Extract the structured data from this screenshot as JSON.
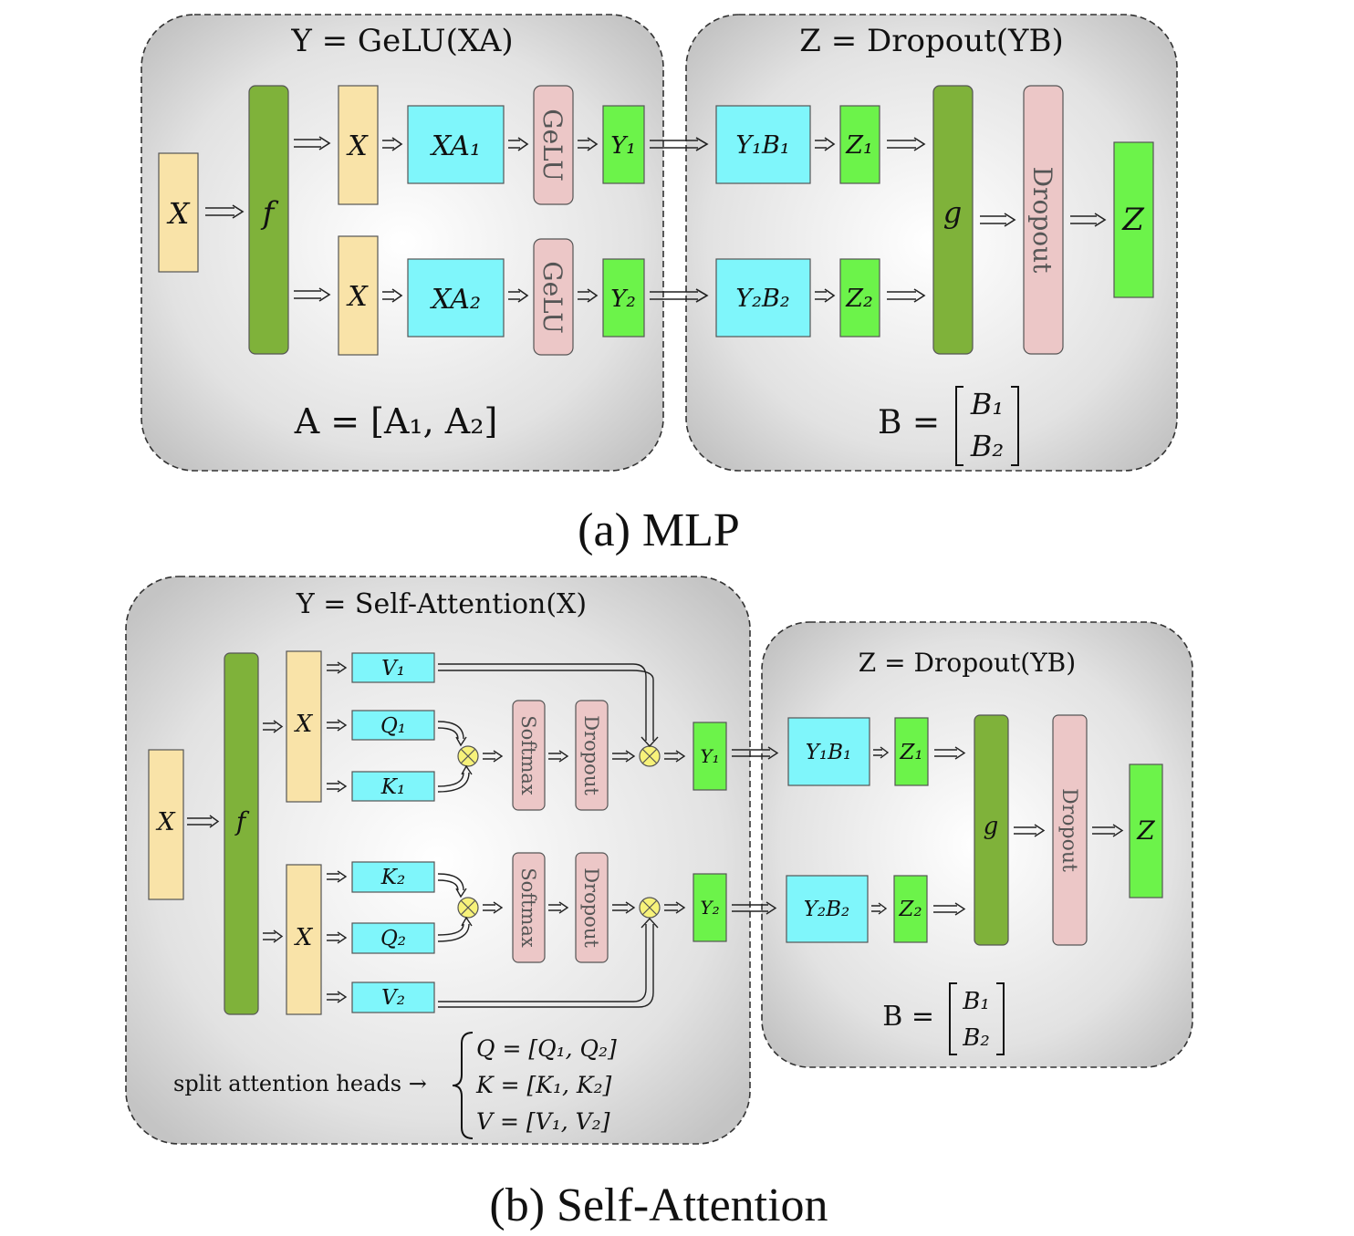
{
  "figure_a": {
    "caption": "(a) MLP",
    "left_panel": {
      "title": "Y = GeLU(XA)",
      "footer": "A = [A₁, A₂]",
      "input": "X",
      "split": "f",
      "row1": {
        "x": "X",
        "mult": "XA₁",
        "act": "GeLU",
        "out": "Y₁"
      },
      "row2": {
        "x": "X",
        "mult": "XA₂",
        "act": "GeLU",
        "out": "Y₂"
      }
    },
    "right_panel": {
      "title": "Z = Dropout(YB)",
      "footer_lhs": "B =",
      "footer_b1": "B₁",
      "footer_b2": "B₂",
      "row1": {
        "mult": "Y₁B₁",
        "z": "Z₁"
      },
      "row2": {
        "mult": "Y₂B₂",
        "z": "Z₂"
      },
      "merge": "g",
      "dropout": "Dropout",
      "output": "Z"
    }
  },
  "figure_b": {
    "caption": "(b) Self-Attention",
    "left_panel": {
      "title": "Y = Self-Attention(X)",
      "input": "X",
      "split": "f",
      "head1": {
        "x": "X",
        "v": "V₁",
        "q": "Q₁",
        "k": "K₁",
        "softmax": "Softmax",
        "dropout": "Dropout",
        "out": "Y₁"
      },
      "head2": {
        "x": "X",
        "k": "K₂",
        "q": "Q₂",
        "v": "V₂",
        "softmax": "Softmax",
        "dropout": "Dropout",
        "out": "Y₂"
      },
      "split_note": "split attention heads →",
      "split_q": "Q = [Q₁, Q₂]",
      "split_k": "K = [K₁, K₂]",
      "split_v": "V = [V₁, V₂]"
    },
    "right_panel": {
      "title": "Z = Dropout(YB)",
      "footer_lhs": "B =",
      "footer_b1": "B₁",
      "footer_b2": "B₂",
      "row1": {
        "mult": "Y₁B₁",
        "z": "Z₁"
      },
      "row2": {
        "mult": "Y₂B₂",
        "z": "Z₂"
      },
      "merge": "g",
      "dropout": "Dropout",
      "output": "Z"
    }
  },
  "colors": {
    "input_yellow": "#f9e3a8",
    "split_green": "#7fb23a",
    "cyan": "#7ff6fb",
    "pink": "#ecc7c7",
    "bright_green": "#6cf34a",
    "op_yellow": "#f7f27a"
  }
}
